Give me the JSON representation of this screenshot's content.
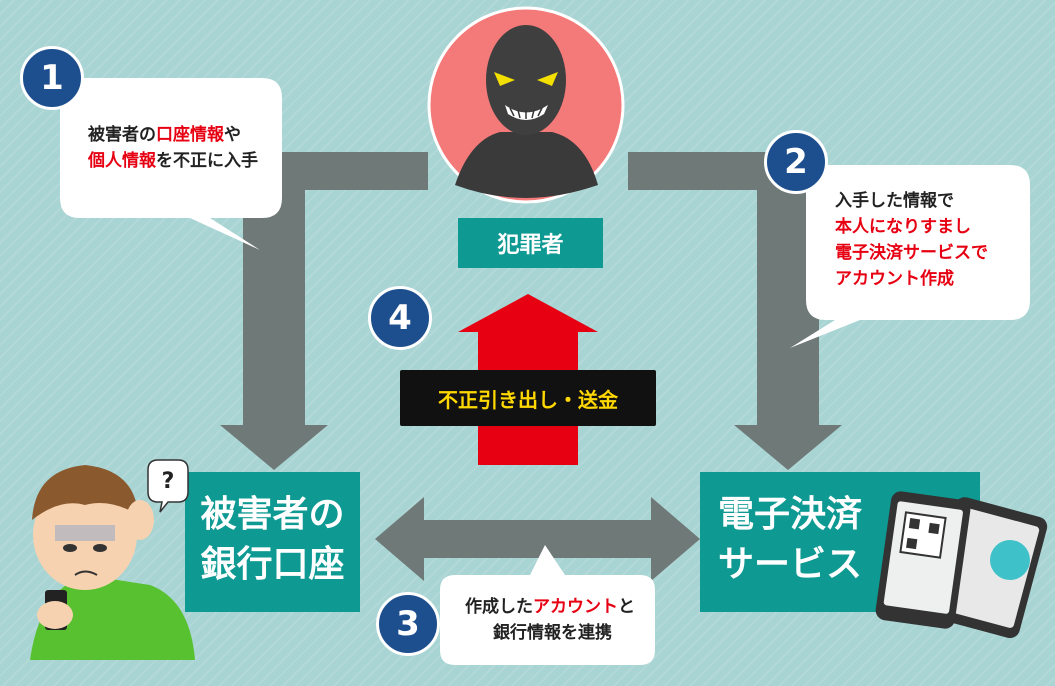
{
  "criminal": {
    "label": "犯罪者"
  },
  "victim_bank": {
    "line1": "被害者の",
    "line2": "銀行口座"
  },
  "e_payment": {
    "line1": "電子決済",
    "line2": "サービス"
  },
  "step1": {
    "number": "1",
    "l1_a": "被害者の",
    "l1_b": "口座情報",
    "l1_c": "や",
    "l2_a": "個人情報",
    "l2_b": "を不正に入手"
  },
  "step2": {
    "number": "2",
    "l1": "入手した情報で",
    "l2": "本人になりすまし",
    "l3": "電子決済サービスで",
    "l4": "アカウント作成"
  },
  "step3": {
    "number": "3",
    "l1_a": "作成した",
    "l1_b": "アカウント",
    "l1_c": "と",
    "l2": "銀行情報を連携"
  },
  "step4": {
    "number": "4",
    "label": "不正引き出し・送金"
  },
  "victim_question": "?",
  "colors": {
    "teal": "#0e9a93",
    "navy": "#1d4f8f",
    "red": "#e60012",
    "arrow_gray": "#6f7a78",
    "face_red": "#f47a7a"
  }
}
